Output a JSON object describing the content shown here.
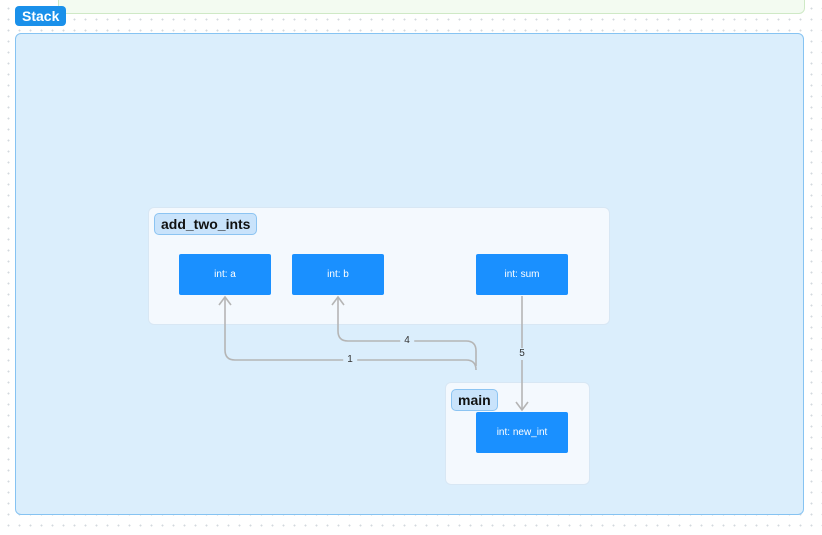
{
  "top_group": {},
  "stack": {
    "label": "Stack",
    "frames": {
      "add_two_ints": {
        "label": "add_two_ints",
        "vars": {
          "a": "int: a",
          "b": "int: b",
          "sum": "int: sum"
        }
      },
      "main": {
        "label": "main",
        "vars": {
          "new_int": "int: new_int"
        }
      }
    },
    "edges": [
      {
        "label": "1",
        "from": "main",
        "to": "int: a"
      },
      {
        "label": "4",
        "from": "main",
        "to": "int: b"
      },
      {
        "label": "5",
        "from": "int: sum",
        "to": "int: new_int"
      }
    ]
  },
  "colors": {
    "variable_fill": "#1a90ff",
    "stack_fill": "#dbeefc",
    "stack_border": "#86c3f2",
    "edge": "#b5b5b5"
  }
}
